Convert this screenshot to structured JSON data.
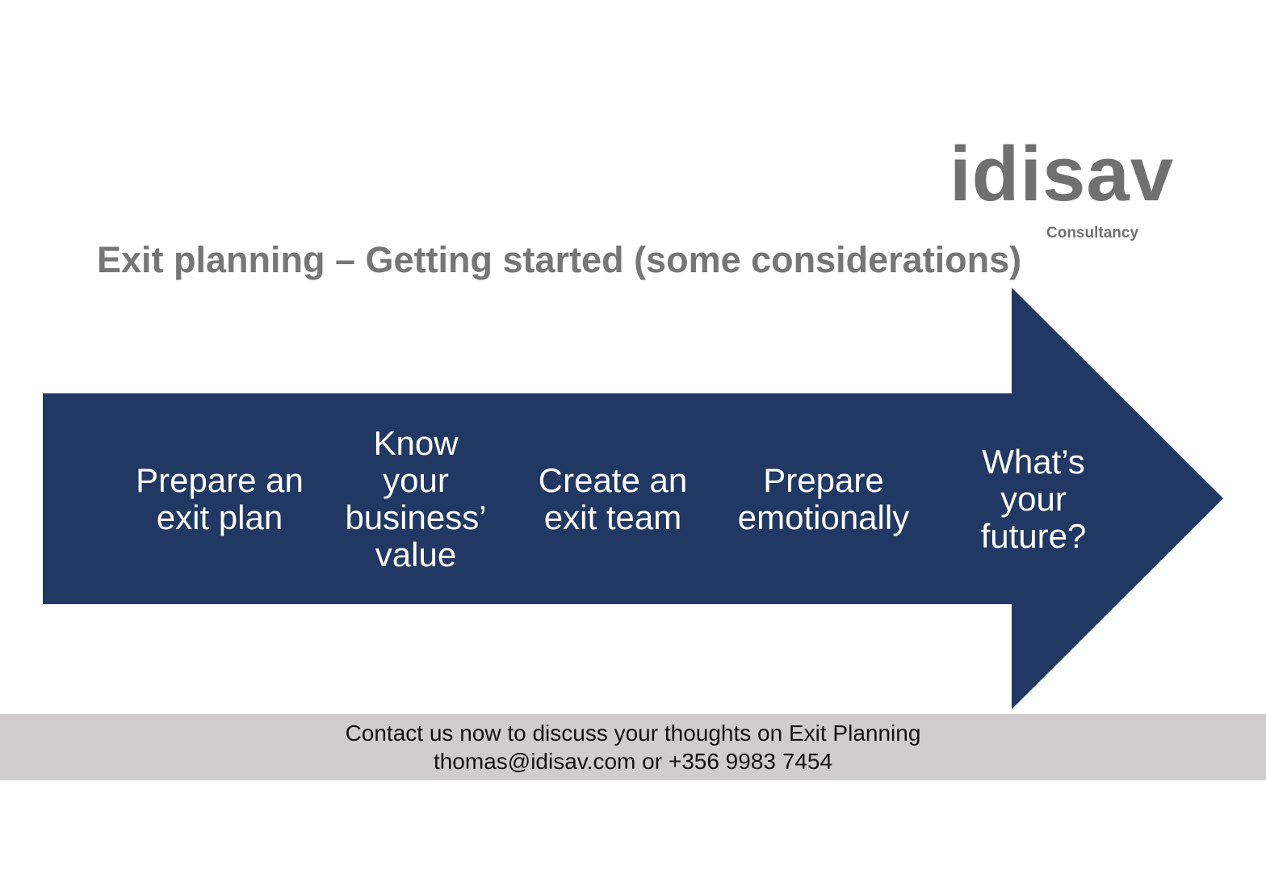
{
  "brand": {
    "name": "idisav",
    "tagline": "Consultancy"
  },
  "title": "Exit planning – Getting started (some considerations)",
  "colors": {
    "arrow": "#213864",
    "footer_bg": "#cfcdcd",
    "grey_text": "#707070"
  },
  "steps": [
    {
      "lines": [
        "Prepare an",
        "exit plan"
      ]
    },
    {
      "lines": [
        "Know",
        "your",
        "business’",
        "value"
      ]
    },
    {
      "lines": [
        "Create an",
        "exit team"
      ]
    },
    {
      "lines": [
        "Prepare",
        "emotionally"
      ]
    },
    {
      "lines": [
        "What’s",
        "your",
        "future?"
      ]
    }
  ],
  "footer": {
    "line1": "Contact us now to discuss your thoughts on Exit Planning",
    "line2": "thomas@idisav.com or +356 9983 7454"
  }
}
